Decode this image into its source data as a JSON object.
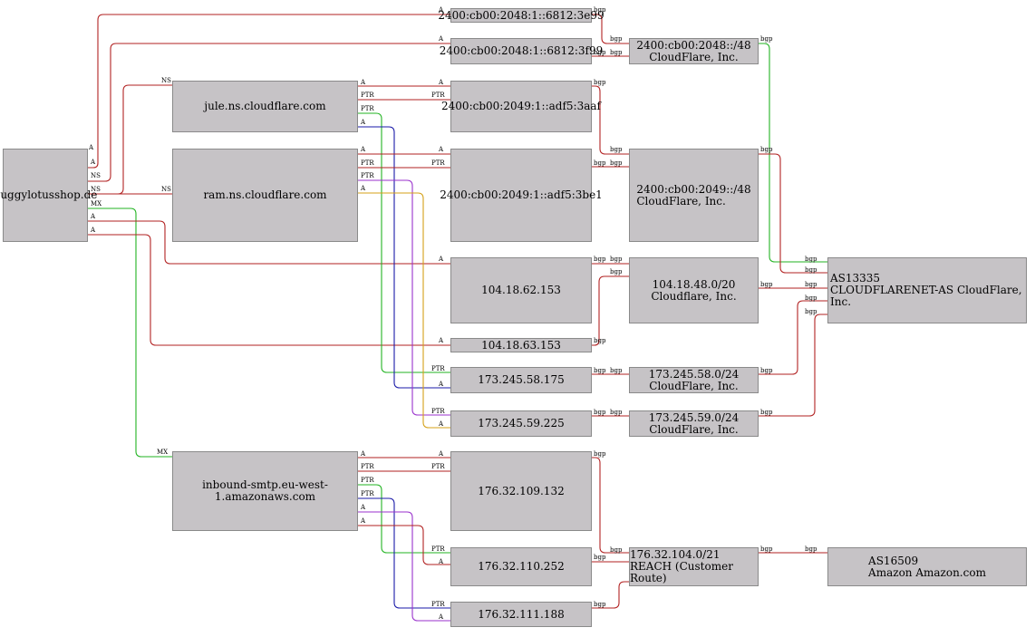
{
  "nodes": {
    "domain": "buggylotusshop.de",
    "ns1": "jule.ns.cloudflare.com",
    "ns2": "ram.ns.cloudflare.com",
    "mx": "inbound-smtp.eu-west-1.amazonaws.com",
    "ip6_1": "2400:cb00:2048:1::6812:3e99",
    "ip6_2": "2400:cb00:2048:1::6812:3f99",
    "ip6_3": "2400:cb00:2049:1::adf5:3aaf",
    "ip6_4": "2400:cb00:2049:1::adf5:3be1",
    "ip4_1": "104.18.62.153",
    "ip4_2": "104.18.63.153",
    "ip4_3": "173.245.58.175",
    "ip4_4": "173.245.59.225",
    "ip4_5": "176.32.109.132",
    "ip4_6": "176.32.110.252",
    "ip4_7": "176.32.111.188",
    "pfx1_a": "2400:cb00:2048::/48",
    "pfx1_b": "CloudFlare, Inc.",
    "pfx2_a": "2400:cb00:2049::/48",
    "pfx2_b": "CloudFlare, Inc.",
    "pfx3_a": "104.18.48.0/20",
    "pfx3_b": "Cloudflare, Inc.",
    "pfx4_a": "173.245.58.0/24",
    "pfx4_b": "CloudFlare, Inc.",
    "pfx5_a": "173.245.59.0/24",
    "pfx5_b": "CloudFlare, Inc.",
    "pfx6_a": "176.32.104.0/21",
    "pfx6_b": "REACH (Customer Route)",
    "as1_a": "AS13335",
    "as1_b": "CLOUDFLARENET-AS CloudFlare, Inc.",
    "as2_a": "AS16509",
    "as2_b": "Amazon Amazon.com"
  },
  "edge_labels": {
    "a": "A",
    "ns": "NS",
    "mx": "MX",
    "ptr": "PTR",
    "bgp": "bgp"
  },
  "colors": {
    "red": "#b22222",
    "green": "#22b322",
    "navy": "#1a1aa8",
    "purple": "#9932cc",
    "orange": "#d4a017",
    "node_fill": "#c6c3c6"
  }
}
